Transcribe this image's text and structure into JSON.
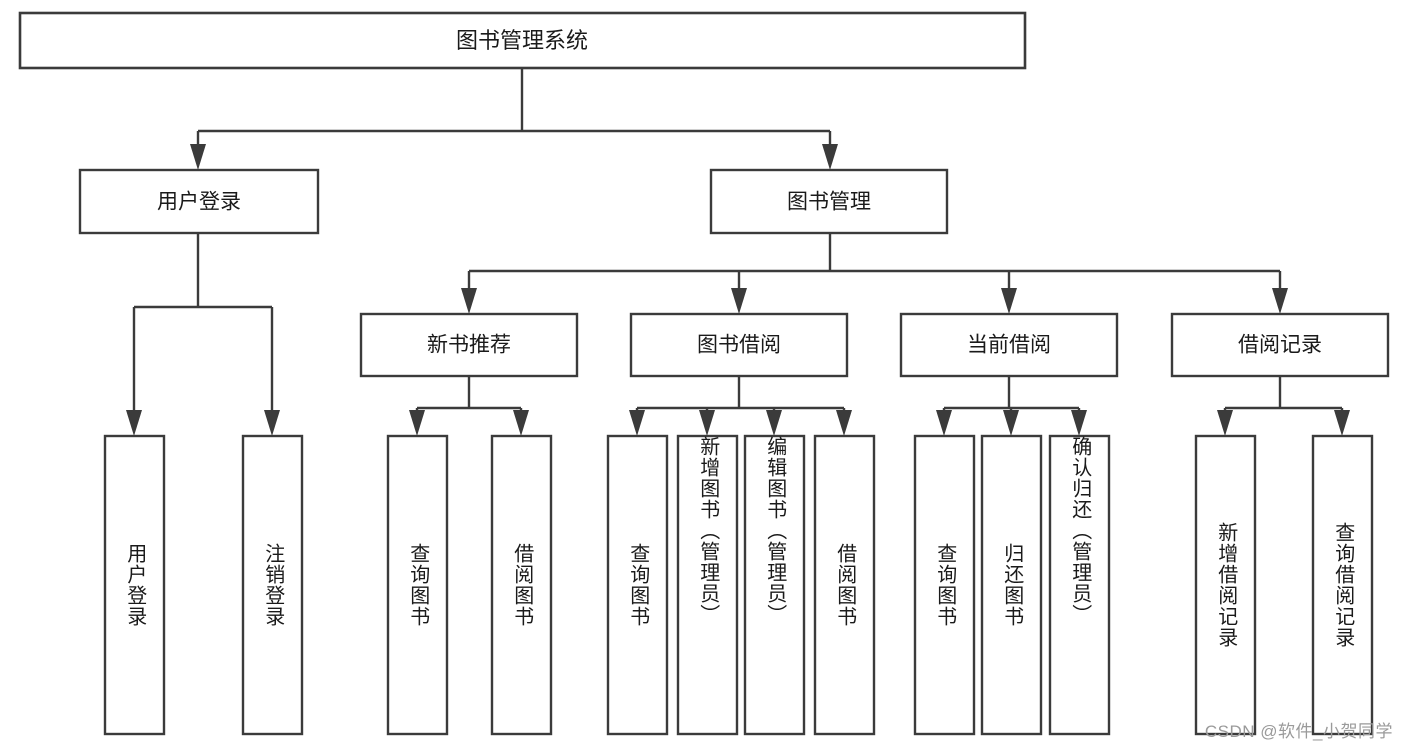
{
  "diagram": {
    "type": "hierarchy-tree",
    "title": "图书管理系统",
    "root": {
      "label": "图书管理系统"
    },
    "level2": [
      {
        "label": "用户登录"
      },
      {
        "label": "图书管理"
      }
    ],
    "level3": [
      {
        "label": "新书推荐"
      },
      {
        "label": "图书借阅"
      },
      {
        "label": "当前借阅"
      },
      {
        "label": "借阅记录"
      }
    ],
    "leaves": {
      "user_login": [
        "用户登录",
        "注销登录"
      ],
      "new_book": [
        "查询图书",
        "借阅图书"
      ],
      "book_borrow": [
        "查询图书",
        "新增图书（管理员）",
        "编辑图书（管理员）",
        "借阅图书"
      ],
      "current_borrow": [
        "查询图书",
        "归还图书",
        "确认归还（管理员）"
      ],
      "borrow_record": [
        "新增借阅记录",
        "查询借阅记录"
      ]
    }
  },
  "watermark": {
    "text": "CSDN @软件_小贺同学"
  },
  "colors": {
    "stroke": "#3b3b3b",
    "fill": "#ffffff",
    "text": "#1a1a1a",
    "watermark": "#9a9a9a"
  }
}
